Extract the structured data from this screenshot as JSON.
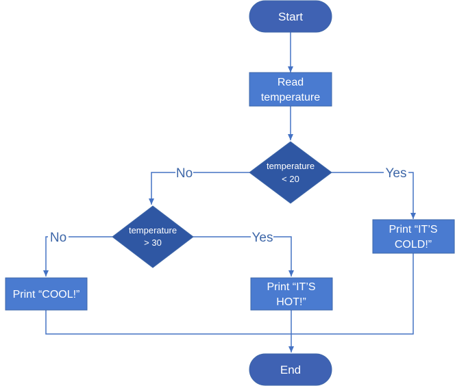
{
  "colors": {
    "terminal_fill": "#3f62b3",
    "process_fill": "#4a7bd0",
    "decision_fill": "#2f57a3",
    "connector": "#4472c4",
    "node_text": "#ffffff",
    "edge_label": "#3e67a8"
  },
  "nodes": {
    "start": {
      "label": "Start"
    },
    "read": {
      "line1": "Read",
      "line2": "temperature"
    },
    "decision_lt20": {
      "line1": "temperature",
      "line2": "< 20"
    },
    "decision_gt30": {
      "line1": "temperature",
      "line2": "> 30"
    },
    "print_cold": {
      "line1": "Print “IT’S",
      "line2": "COLD!”"
    },
    "print_cool": {
      "label": "Print “COOL!”"
    },
    "print_hot": {
      "line1": "Print “IT’S",
      "line2": "HOT!”"
    },
    "end": {
      "label": "End"
    }
  },
  "edge_labels": {
    "lt20_no": "No",
    "lt20_yes": "Yes",
    "gt30_no": "No",
    "gt30_yes": "Yes"
  }
}
